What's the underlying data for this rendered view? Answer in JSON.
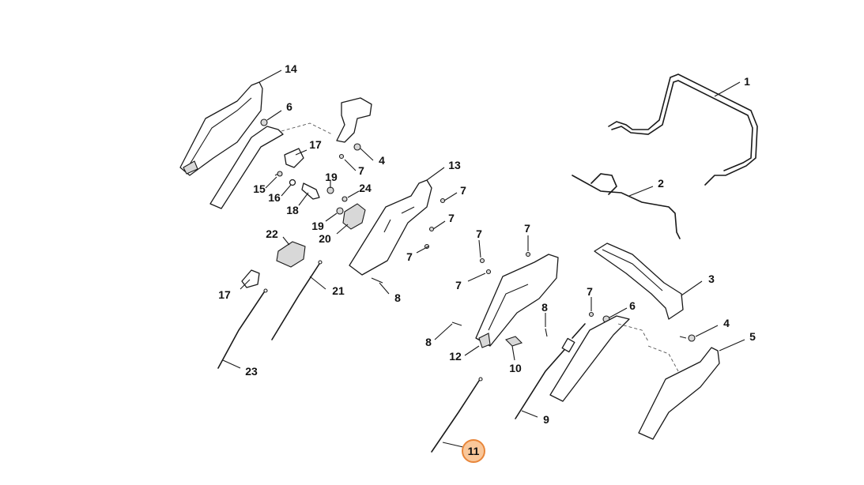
{
  "diagram": {
    "highlight_color": "#f9c79a",
    "highlight_stroke": "#e8863a",
    "callouts": [
      {
        "id": "c1",
        "label": "1"
      },
      {
        "id": "c2",
        "label": "2"
      },
      {
        "id": "c3",
        "label": "3"
      },
      {
        "id": "c4a",
        "label": "4"
      },
      {
        "id": "c4b",
        "label": "4"
      },
      {
        "id": "c5",
        "label": "5"
      },
      {
        "id": "c6a",
        "label": "6"
      },
      {
        "id": "c6b",
        "label": "6"
      },
      {
        "id": "c7a",
        "label": "7"
      },
      {
        "id": "c7b",
        "label": "7"
      },
      {
        "id": "c7c",
        "label": "7"
      },
      {
        "id": "c7d",
        "label": "7"
      },
      {
        "id": "c7e",
        "label": "7"
      },
      {
        "id": "c7f",
        "label": "7"
      },
      {
        "id": "c7g",
        "label": "7"
      },
      {
        "id": "c7h",
        "label": "7"
      },
      {
        "id": "c8a",
        "label": "8"
      },
      {
        "id": "c8b",
        "label": "8"
      },
      {
        "id": "c8c",
        "label": "8"
      },
      {
        "id": "c9",
        "label": "9"
      },
      {
        "id": "c10",
        "label": "10"
      },
      {
        "id": "c11",
        "label": "11",
        "highlighted": true
      },
      {
        "id": "c12",
        "label": "12"
      },
      {
        "id": "c13",
        "label": "13"
      },
      {
        "id": "c14",
        "label": "14"
      },
      {
        "id": "c15",
        "label": "15"
      },
      {
        "id": "c16",
        "label": "16"
      },
      {
        "id": "c17a",
        "label": "17"
      },
      {
        "id": "c17b",
        "label": "17"
      },
      {
        "id": "c18",
        "label": "18"
      },
      {
        "id": "c19a",
        "label": "19"
      },
      {
        "id": "c19b",
        "label": "19"
      },
      {
        "id": "c20",
        "label": "20"
      },
      {
        "id": "c21",
        "label": "21"
      },
      {
        "id": "c22",
        "label": "22"
      },
      {
        "id": "c23",
        "label": "23"
      },
      {
        "id": "c24",
        "label": "24"
      }
    ]
  }
}
